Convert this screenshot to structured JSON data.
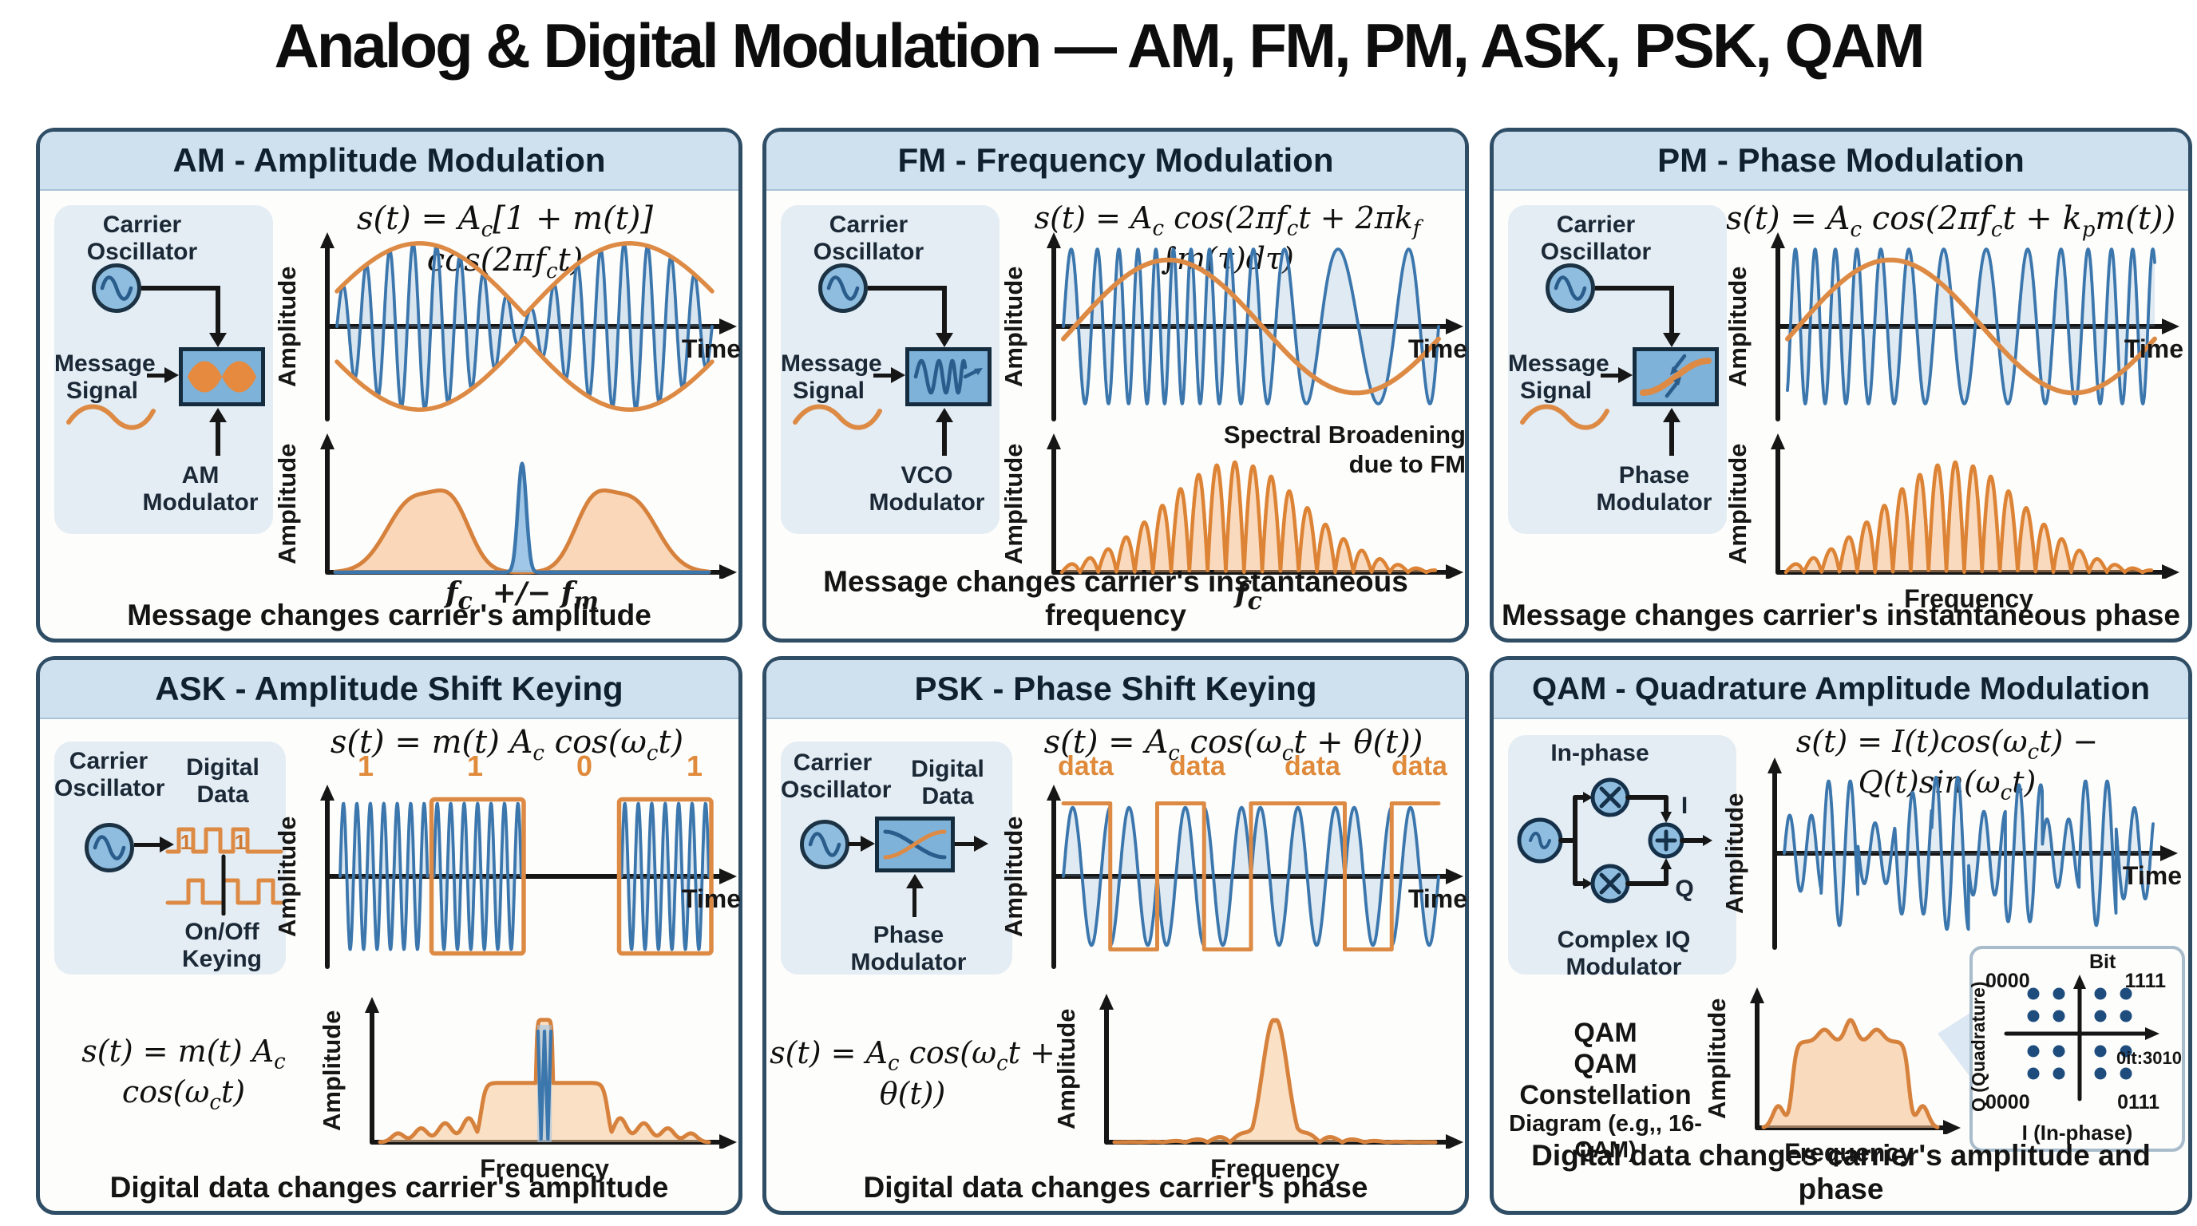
{
  "title": "Analog & Digital Modulation — AM, FM, PM, ASK, PSK, QAM",
  "labels": {
    "amplitude": "Amplitude",
    "time": "Time",
    "frequency": "Frequency"
  },
  "panels": [
    {
      "id": "am",
      "title": "AM - Amplitude Modulation",
      "formula_html": "s(t) = A<sub>c</sub>[1 + m(t)] cos(2πf<sub>c</sub>t)",
      "block": {
        "source": "Carrier\nOscillator",
        "input": "Message\nSignal",
        "modulator": "AM\nModulator"
      },
      "spec_xlabel_html": "f<sub>c</sub> &nbsp;+/− f<sub>m</sub>",
      "caption": "Message changes carrier's amplitude"
    },
    {
      "id": "fm",
      "title": "FM - Frequency Modulation",
      "formula_html": "s(t) = A<sub>c</sub> cos(2πf<sub>c</sub>t + 2πk<sub>f</sub> ∫m(τ)dτ)",
      "block": {
        "source": "Carrier\nOscillator",
        "input": "Message\nSignal",
        "modulator": "VCO\nModulator"
      },
      "spec_annotation": "Spectral Broadening\ndue to FM",
      "spec_xlabel_html": "f<sub>c</sub>",
      "caption": "Message changes carrier's instantaneous frequency"
    },
    {
      "id": "pm",
      "title": "PM - Phase Modulation",
      "formula_html": "s(t) = A<sub>c</sub> cos(2πf<sub>c</sub>t + k<sub>p</sub>m(t))",
      "block": {
        "source": "Carrier\nOscillator",
        "input": "Message\nSignal",
        "modulator": "Phase\nModulator"
      },
      "spec_xlabel": "Frequency",
      "caption": "Message changes carrier's instantaneous phase"
    },
    {
      "id": "ask",
      "title": "ASK - Amplitude Shift Keying",
      "formula_html": "s(t) = m(t) A<sub>c</sub> cos(ω<sub>c</sub>t)",
      "formula2_html": "s(t) = m(t) A<sub>c</sub> cos(ω<sub>c</sub>t)",
      "block": {
        "source": "Carrier\nOscillator",
        "input": "Digital\nData",
        "keying": "On/Off\nKeying",
        "pulse_digits": [
          "1",
          "1"
        ]
      },
      "bit_labels": [
        "1",
        "1",
        "0",
        "1"
      ],
      "spec_xlabel": "Frequency",
      "caption": "Digital data changes carrier's amplitude"
    },
    {
      "id": "psk",
      "title": "PSK - Phase Shift Keying",
      "formula_html": "s(t) = A<sub>c</sub> cos(ω<sub>c</sub>t + θ(t))",
      "formula2_html": "s(t) = A<sub>c</sub> cos(ω<sub>c</sub>t + θ(t))",
      "block": {
        "source": "Carrier\nOscillator",
        "input": "Digital\nData",
        "modulator": "Phase\nModulator"
      },
      "data_labels": [
        "data",
        "data",
        "data",
        "data"
      ],
      "spec_xlabel": "Frequency",
      "caption": "Digital data changes carrier's phase"
    },
    {
      "id": "qam",
      "title": "QAM - Quadrature Amplitude Modulation",
      "formula_html": "s(t) = I(t)cos(ω<sub>c</sub>t) − Q(t)sin(ω<sub>c</sub>t)",
      "block": {
        "inphase": "In-phase",
        "i": "I",
        "q": "Q",
        "modulator": "Complex IQ\nModulator"
      },
      "text_block": [
        "QAM",
        "QAM Constellation",
        "Diagram (e.g,, 16-QAM)"
      ],
      "constellation": {
        "top": "Bit",
        "tl": "0000",
        "tr": "1111",
        "right": "0it:3010",
        "bl": "0000",
        "br": "0111",
        "xlabel": "I (In-phase)",
        "ylabel": "Q (Quadrature)"
      },
      "spec_xlabel": "Frequency",
      "caption": "Digital data changes carrier's amplitude and phase"
    }
  ],
  "colors": {
    "blue": "#3b76ad",
    "orange": "#dd8a45",
    "header_bg": "#cfe0ef",
    "panel_border": "#2f4e66"
  }
}
